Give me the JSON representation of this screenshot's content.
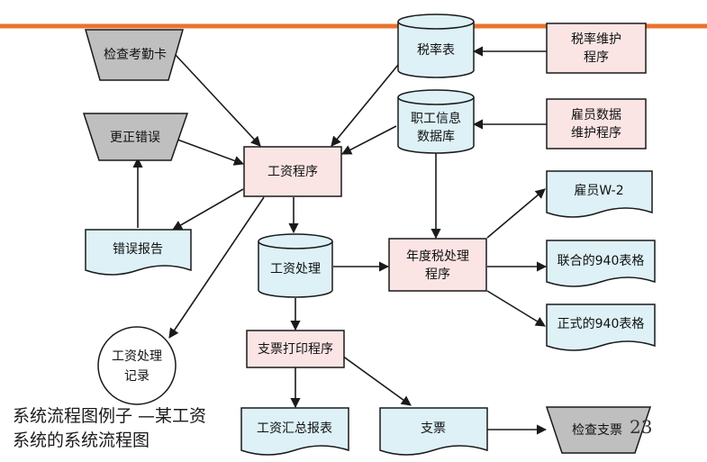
{
  "colors": {
    "top_rule": "#e8732e",
    "process_fill": "#fbe4e4",
    "datastore_fill": "#ddf1f7",
    "manual_fill": "#bfbfbf",
    "document_fill": "#ddf1f7",
    "stroke": "#1a1a1a"
  },
  "nodes": {
    "check_card": "检查考勤卡",
    "correct_errors": "更正错误",
    "error_report": "错误报告",
    "payroll_log": [
      "工资处理",
      "记录"
    ],
    "tax_table": "税率表",
    "tax_maint": [
      "税率维护",
      "程序"
    ],
    "employee_db": [
      "职工信息",
      "数据库"
    ],
    "employee_maint": [
      "雇员数据",
      "维护程序"
    ],
    "payroll_program": "工资程序",
    "payroll_processing": "工资处理",
    "annual_tax": [
      "年度税处理",
      "程序"
    ],
    "w2": "雇员W-2",
    "form940_joint": "联合的940表格",
    "form940_official": "正式的940表格",
    "check_print": "支票打印程序",
    "summary_report": "工资汇总报表",
    "check": "支票",
    "check_checks": "检查支票"
  },
  "caption": {
    "line1": "系统流程图例子 —某工资",
    "line2": "系统的系统流程图"
  },
  "page_number": "23"
}
